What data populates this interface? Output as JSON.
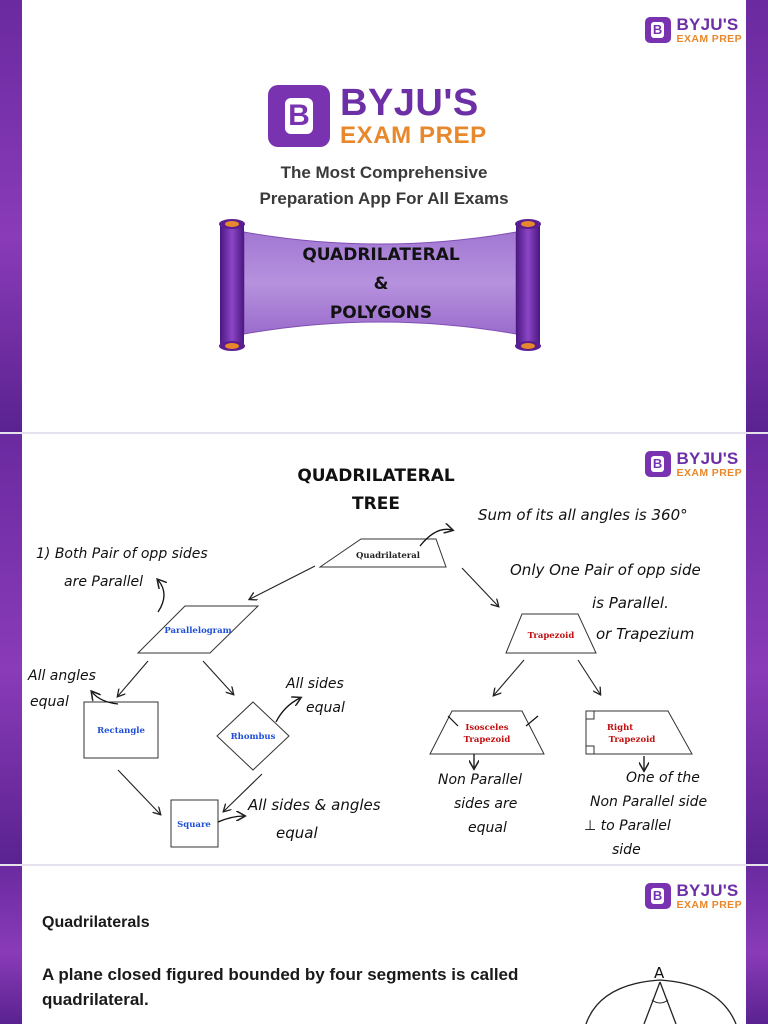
{
  "brand": {
    "name": "BYJU'S",
    "product": "EXAM PREP",
    "logo_letter": "B",
    "colors": {
      "purple": "#7a33b0",
      "orange": "#e8882c"
    }
  },
  "cover": {
    "tagline": "The Most Comprehensive Preparation App For All Exams",
    "tagline_lines": [
      "The Most Comprehensive",
      "Preparation App For All Exams"
    ],
    "scroll_lines": [
      "QUADRILATERAL",
      "&",
      "POLYGONS"
    ]
  },
  "tree": {
    "title_lines": [
      "QUADRILATERAL",
      "TREE"
    ],
    "nodes": {
      "quadrilateral": "Quadrilateral",
      "parallelogram": "Parallelogram",
      "trapezoid": "Trapezoid",
      "rectangle": "Rectangle",
      "rhombus": "Rhombus",
      "square": "Square",
      "isosceles_trapezoid": [
        "Isosceles",
        "Trapezoid"
      ],
      "right_trapezoid": [
        "Right",
        "Trapezoid"
      ]
    },
    "notes": {
      "angle_sum": "Sum of its all angles is 360°",
      "both_pairs": [
        "1) Both Pair of opp sides",
        "are Parallel"
      ],
      "one_pair": [
        "Only One Pair of opp side",
        "is Parallel.",
        "or Trapezium"
      ],
      "rect_note": [
        "All angles",
        "equal"
      ],
      "rhombus_note": [
        "All sides",
        "equal"
      ],
      "square_note": [
        "All sides & angles",
        "equal"
      ],
      "isosceles_note": [
        "Non Parallel",
        "sides are",
        "equal"
      ],
      "right_note": [
        "One of the",
        "Non Parallel side",
        "⊥ to Parallel",
        "side"
      ]
    }
  },
  "intro": {
    "heading": "Quadrilaterals",
    "definition": "A plane closed figured bounded by four segments is called quadrilateral.",
    "vertex_label": "A"
  }
}
